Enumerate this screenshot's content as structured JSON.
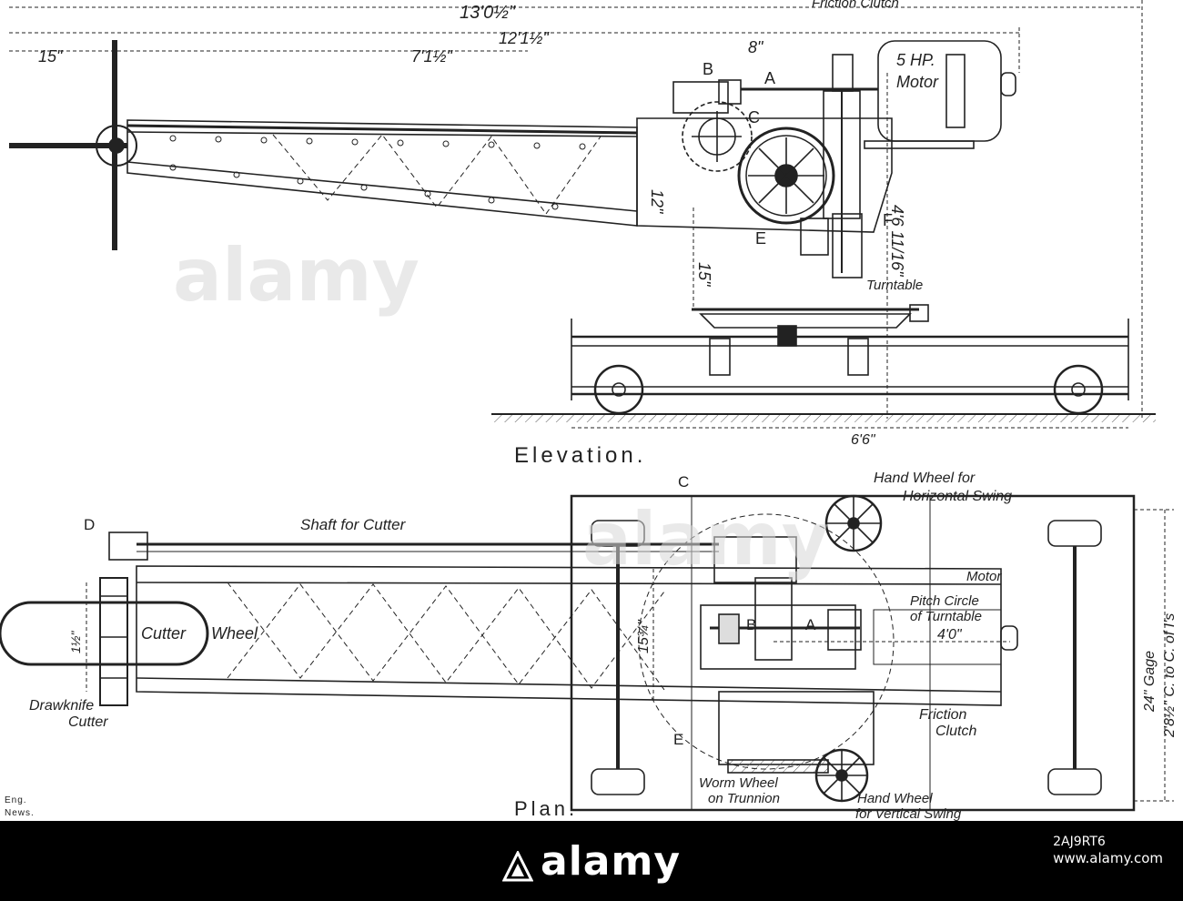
{
  "drawing": {
    "elevation_caption": "Elevation.",
    "plan_caption": "Plan.",
    "credit_line1": "Eng.",
    "credit_line2": "News.",
    "dimensions": {
      "overall_top": "13'0½\"",
      "span_mid": "12'1½\"",
      "span_left": "7'1½\"",
      "hub_offset": "15\"",
      "pulley_gap": "8\"",
      "beam_depth": "12\"",
      "column_height": "15\"",
      "total_height": "4'6 11/16\"",
      "base_length": "6'6\"",
      "cutter_width": "1½\"",
      "frame_width": "15¾\"",
      "turntable_dia": "4'0\"",
      "gage": "24\" Gage",
      "truck_centers": "2'8½\" C. to C. of I's"
    },
    "elevation_labels": {
      "friction_clutch": "Friction Clutch",
      "motor": "5 HP.",
      "motor2": "Motor",
      "turntable": "Turntable",
      "A": "A",
      "B": "B",
      "C": "C",
      "E": "E",
      "F": "F"
    },
    "plan_labels": {
      "hand_wheel_horizontal_1": "Hand Wheel for",
      "hand_wheel_horizontal_2": "Horizontal Swing",
      "shaft_for_cutter": "Shaft for Cutter",
      "motor": "Motor",
      "pitch_circle_1": "Pitch Circle",
      "pitch_circle_2": "of Turntable",
      "cutter": "Cutter",
      "wheel": "Wheel",
      "drawknife_1": "Drawknife",
      "drawknife_2": "Cutter",
      "friction_clutch_1": "Friction",
      "friction_clutch_2": "Clutch",
      "worm_wheel_1": "Worm Wheel",
      "worm_wheel_2": "on Trunnion",
      "hand_wheel_vertical_1": "Hand Wheel",
      "hand_wheel_vertical_2": "for Vertical Swing",
      "A": "A",
      "B": "B",
      "C": "C",
      "D": "D",
      "E": "E"
    }
  },
  "watermark": {
    "brand": "alamy",
    "image_id": "2AJ9RT6",
    "site": "www.alamy.com"
  }
}
